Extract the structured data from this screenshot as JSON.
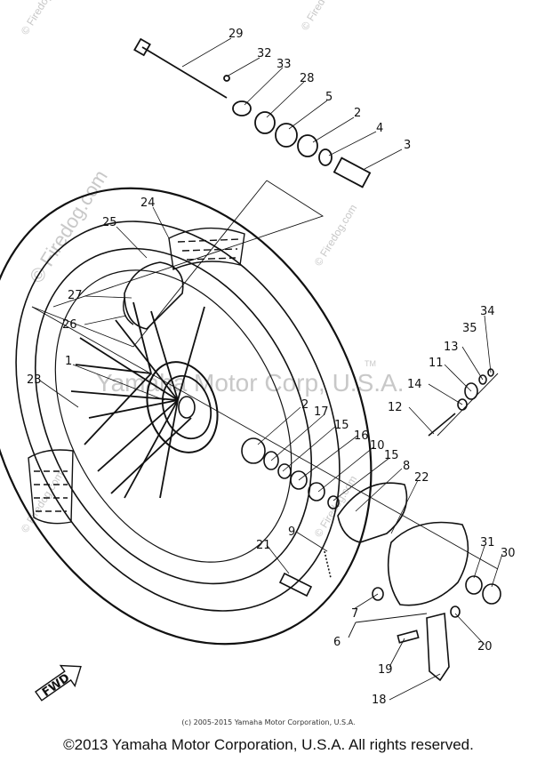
{
  "watermarks": {
    "diagonal": "© Firedog.com",
    "center": "Yamaha Motor Corp, U.S.A.",
    "tm": "TM"
  },
  "callouts": [
    "1",
    "2",
    "3",
    "4",
    "5",
    "6",
    "7",
    "8",
    "9",
    "10",
    "11",
    "12",
    "13",
    "14",
    "15",
    "16",
    "17",
    "18",
    "19",
    "20",
    "21",
    "22",
    "23",
    "24",
    "25",
    "26",
    "27",
    "28",
    "29",
    "30",
    "31",
    "32",
    "33",
    "34",
    "35"
  ],
  "fwd_label": "FWD",
  "footer": {
    "small": "(c) 2005-2015 Yamaha Motor Corporation, U.S.A.",
    "main": "©2013 Yamaha Motor Corporation, U.S.A. All rights reserved."
  }
}
